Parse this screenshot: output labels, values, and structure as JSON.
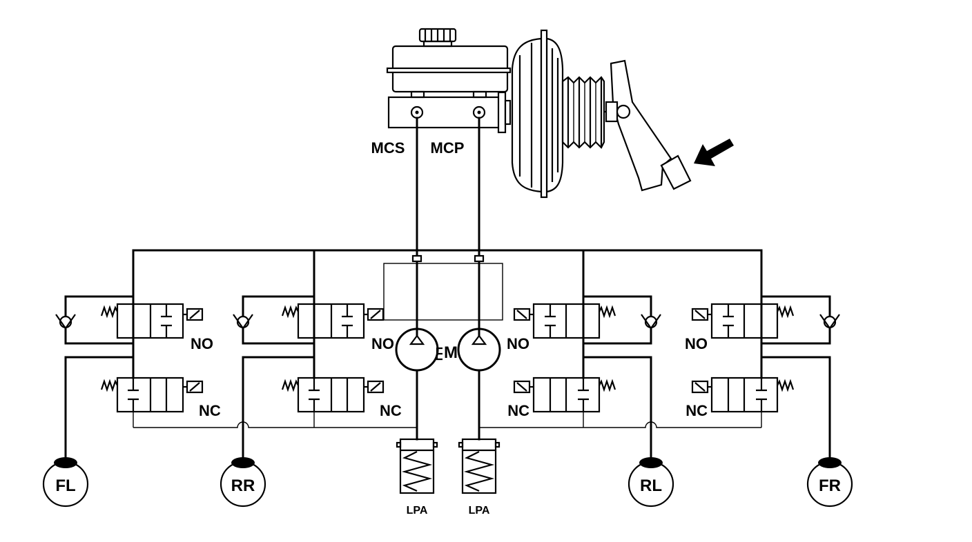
{
  "master_cylinder": {
    "ports": [
      "MCS",
      "MCP"
    ]
  },
  "motor": "M",
  "valves": {
    "fl": {
      "no": "NO",
      "nc": "NC"
    },
    "rr": {
      "no": "NO",
      "nc": "NC"
    },
    "rl": {
      "no": "NO",
      "nc": "NC"
    },
    "fr": {
      "no": "NO",
      "nc": "NC"
    }
  },
  "accumulators": [
    "LPA",
    "LPA"
  ],
  "wheels": {
    "fl": "FL",
    "rr": "RR",
    "rl": "RL",
    "fr": "FR"
  }
}
